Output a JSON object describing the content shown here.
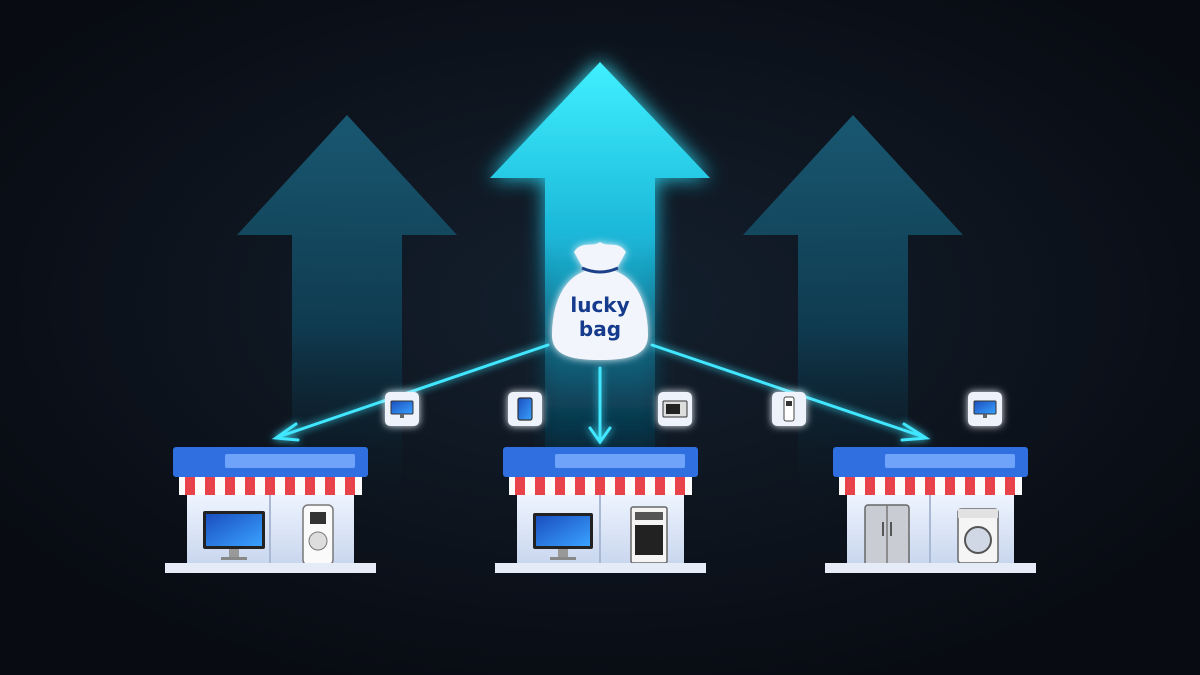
{
  "bag": {
    "line1": "lucky",
    "line2": "bag"
  },
  "colors": {
    "background": "#0b0f18",
    "glow_cyan": "#33e4ff",
    "dim_arrow": "#0f4a63",
    "store_sign": "#2f6fe0",
    "awning_red": "#e8434b",
    "bag_text": "#123a8c"
  },
  "arrows": [
    {
      "role": "left-growth-arrow",
      "brightness": "dim"
    },
    {
      "role": "center-growth-arrow",
      "brightness": "bright"
    },
    {
      "role": "right-growth-arrow",
      "brightness": "dim"
    }
  ],
  "product_tiles": [
    "monitor-icon",
    "tablet-icon",
    "oven-icon",
    "air-purifier-icon",
    "monitor-icon"
  ],
  "stores": [
    {
      "products": [
        "monitor-icon",
        "air-purifier-icon"
      ]
    },
    {
      "products": [
        "monitor-icon",
        "oven-icon"
      ]
    },
    {
      "products": [
        "refrigerator-icon",
        "washing-machine-icon"
      ]
    }
  ]
}
